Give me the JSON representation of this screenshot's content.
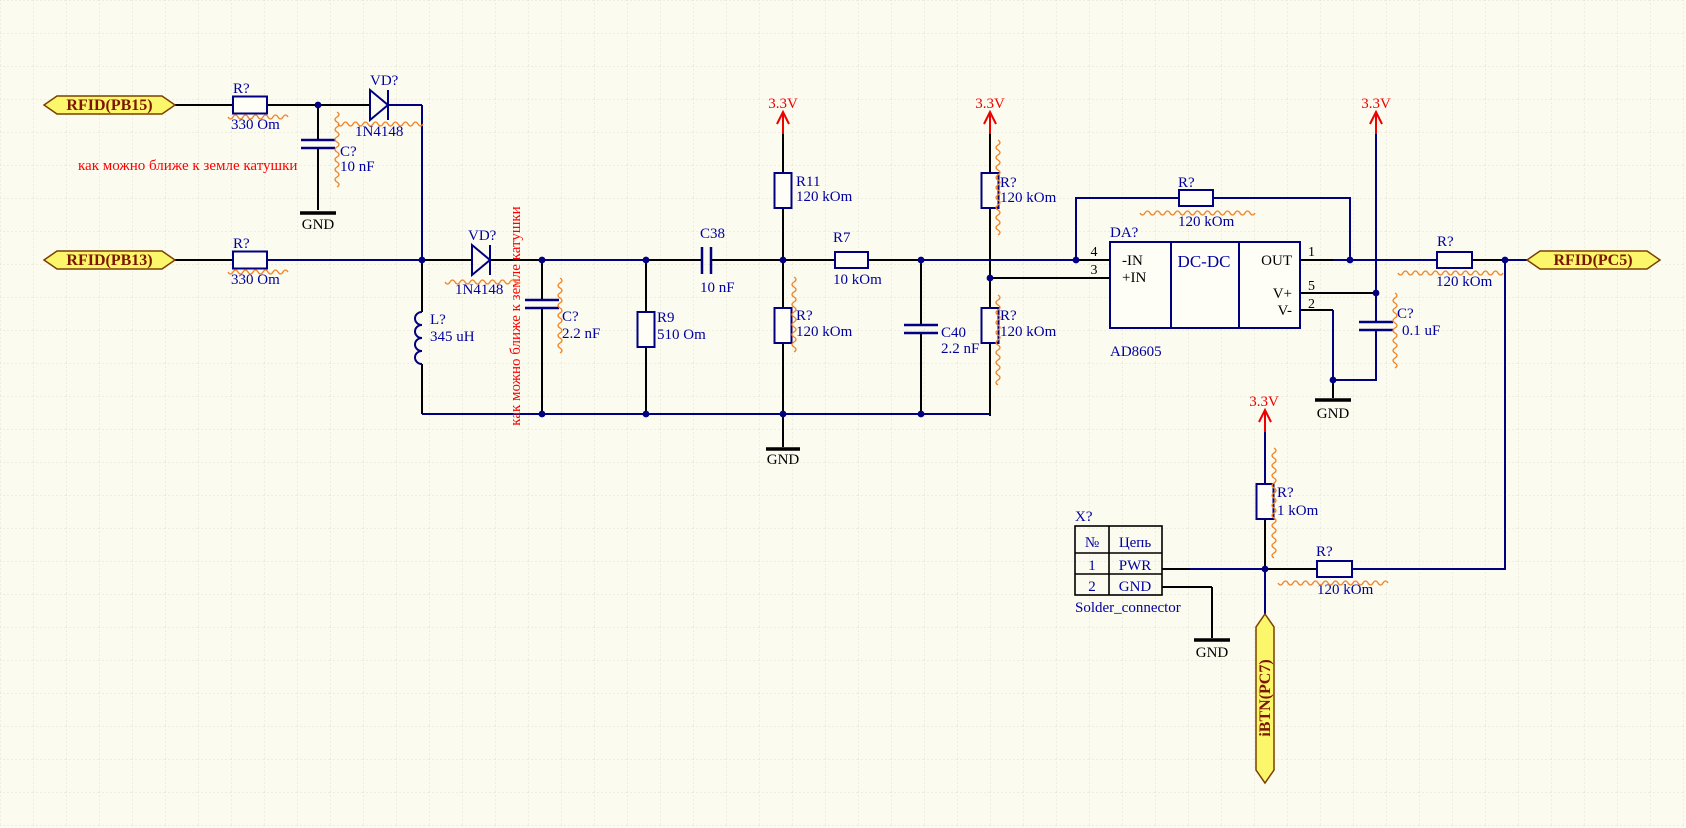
{
  "schematic": {
    "ports": {
      "rfid_pb15": "RFID(PB15)",
      "rfid_pb13": "RFID(PB13)",
      "rfid_pc5": "RFID(PC5)",
      "ibtn_pc7": "iBTN(PC7)"
    },
    "power": {
      "v33": "3.3V",
      "gnd": "GND"
    },
    "annotations": {
      "coil_note": "как можно ближе к земле катушки",
      "coil_note_vertical": "как можно ближе к земле катушки"
    },
    "components": {
      "r_pb15": {
        "ref": "R?",
        "value": "330 Om"
      },
      "r_pb13": {
        "ref": "R?",
        "value": "330 Om"
      },
      "vd_top": {
        "ref": "VD?",
        "value": "1N4148"
      },
      "vd_main": {
        "ref": "VD?",
        "value": "1N4148"
      },
      "c_top": {
        "ref": "C?",
        "value": "10 nF"
      },
      "l_coil": {
        "ref": "L?",
        "value": "345 uH"
      },
      "c_tank": {
        "ref": "C?",
        "value": "2.2 nF"
      },
      "r9": {
        "ref": "R9",
        "value": "510 Om"
      },
      "c38": {
        "ref": "C38",
        "value": "10 nF"
      },
      "r11": {
        "ref": "R11",
        "value": "120 kOm"
      },
      "r_mid": {
        "ref": "R?",
        "value": "120 kOm"
      },
      "r7": {
        "ref": "R7",
        "value": "10 kOm"
      },
      "c40": {
        "ref": "C40",
        "value": "2.2 nF"
      },
      "r_div_top": {
        "ref": "R?",
        "value": "120 kOm"
      },
      "r_div_bot": {
        "ref": "R?",
        "value": "120 kOm"
      },
      "r_fb": {
        "ref": "R?",
        "value": "120 kOm"
      },
      "r_out": {
        "ref": "R?",
        "value": "120 kOm"
      },
      "c_dec": {
        "ref": "C?",
        "value": "0.1 uF"
      },
      "r_pullup": {
        "ref": "R?",
        "value": "1 kOm"
      },
      "r_ibtn": {
        "ref": "R?",
        "value": "120 kOm"
      },
      "opamp": {
        "ref": "DA?",
        "value": "AD8605",
        "box_label": "DC-DC",
        "pin_in_neg": "-IN",
        "pin_in_pos": "+IN",
        "pin_out": "OUT",
        "pin_vplus": "V+",
        "pin_vminus": "V-",
        "num_in_neg": "4",
        "num_in_pos": "3",
        "num_out": "1",
        "num_vplus": "5",
        "num_vminus": "2"
      },
      "connector": {
        "ref": "X?",
        "value": "Solder_connector",
        "col_num": "№",
        "col_net": "Цепь",
        "rows": [
          {
            "n": "1",
            "net": "PWR"
          },
          {
            "n": "2",
            "net": "GND"
          }
        ]
      }
    },
    "colors": {
      "wire": "#000080",
      "label": "#0000A0",
      "power": "#EE0000",
      "note": "#FF0000",
      "squiggle": "#F08428",
      "port_fill": "#FBF66A",
      "port_border": "#7A4000",
      "port_text": "#7C1500",
      "background": "#FCFBEF",
      "grid": "#E3E0D0"
    }
  }
}
